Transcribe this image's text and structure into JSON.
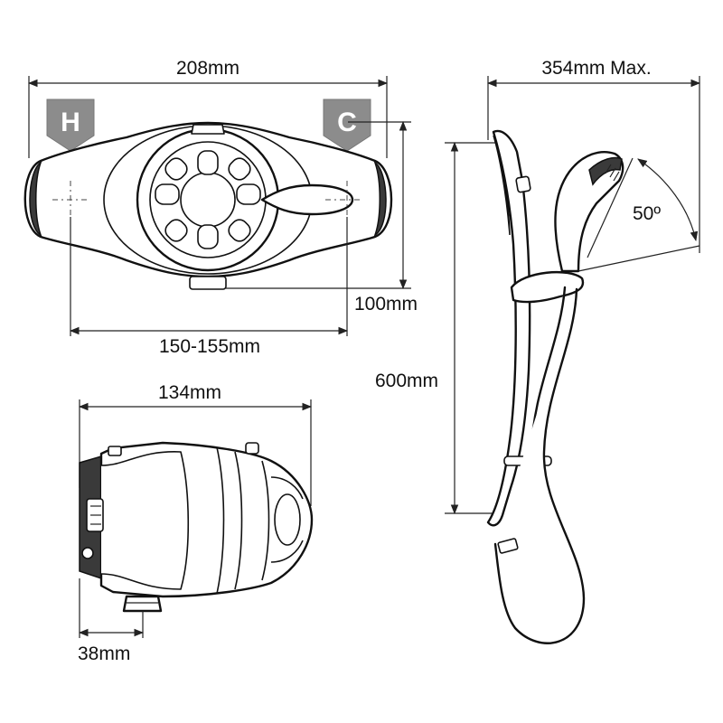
{
  "front_view": {
    "width_label": "208mm",
    "centers_label": "150-155mm",
    "depth_label": "100mm",
    "hot_label": "H",
    "cold_label": "C",
    "badge_color": "#8c8c8c"
  },
  "side_view": {
    "width_label": "134mm",
    "inlet_label": "38mm"
  },
  "riser_view": {
    "length_label": "600mm",
    "max_width_label": "354mm Max.",
    "angle_label": "50º"
  }
}
